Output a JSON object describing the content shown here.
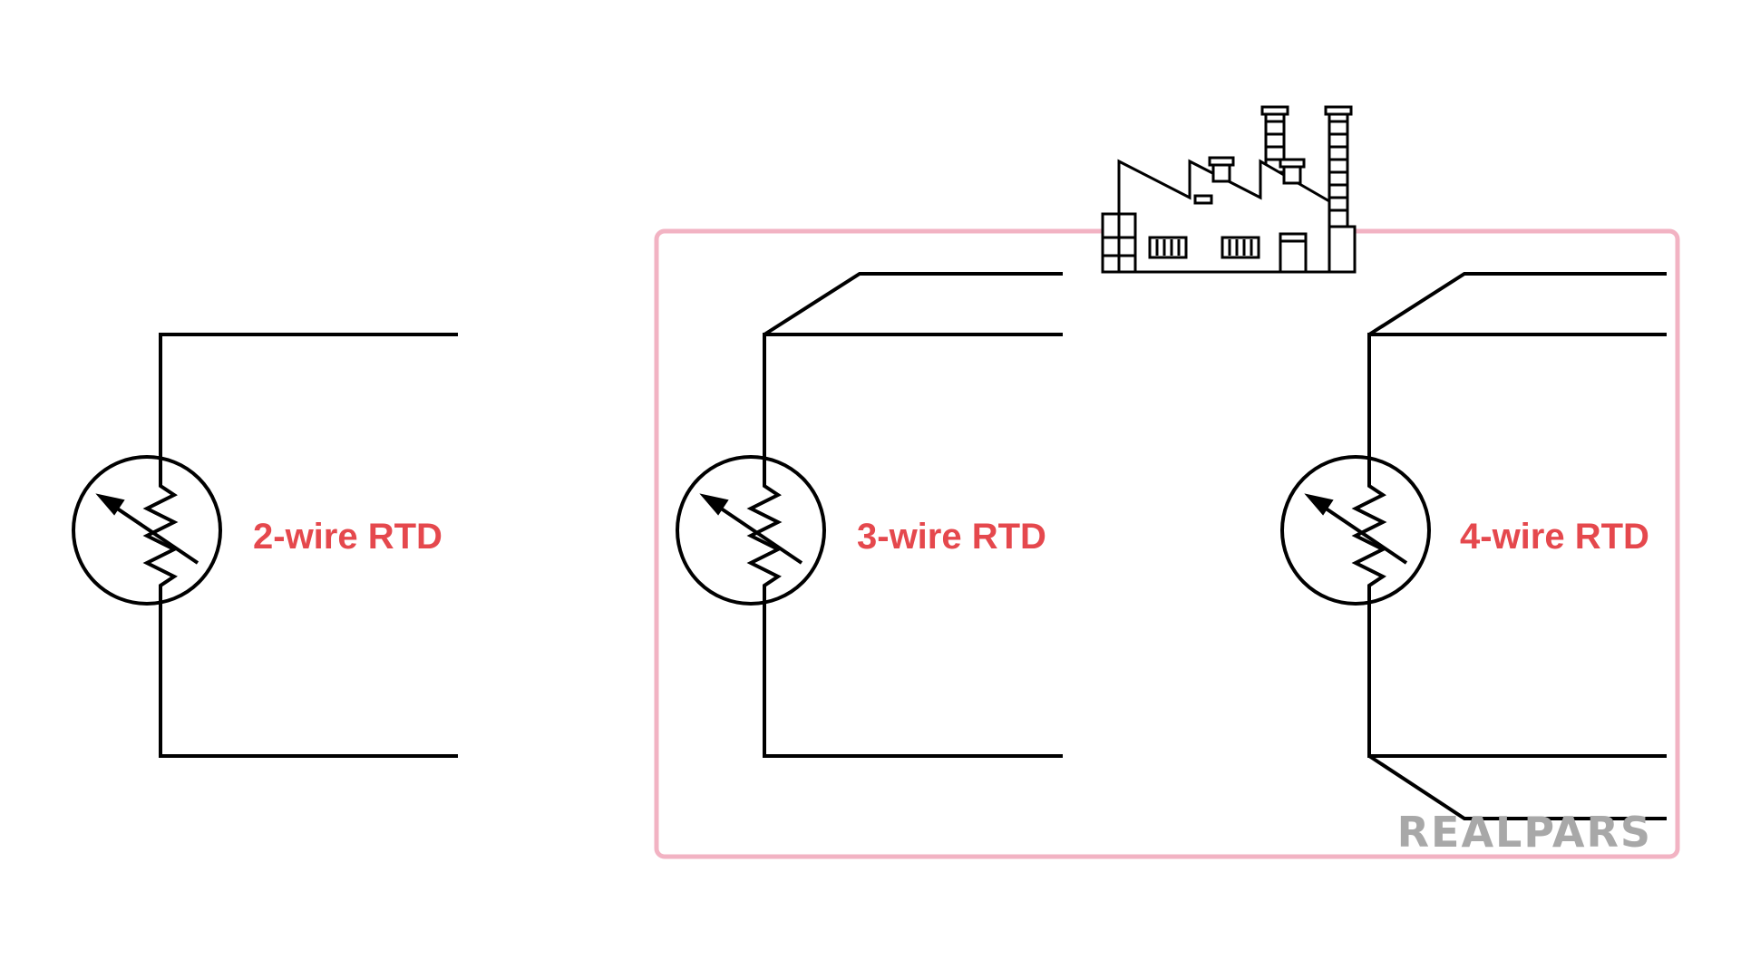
{
  "diagram": {
    "labels": {
      "two_wire": "2-wire RTD",
      "three_wire": "3-wire RTD",
      "four_wire": "4-wire RTD"
    },
    "brand": "REALPARS",
    "colors": {
      "label": "#e5484d",
      "wire": "#000000",
      "highlight_border": "#f2b3c3",
      "brand": "#a8a8a8",
      "background": "#ffffff"
    },
    "icons": {
      "rtd_symbol": "thermistor-variable-resistor-icon",
      "factory": "factory-icon"
    }
  }
}
